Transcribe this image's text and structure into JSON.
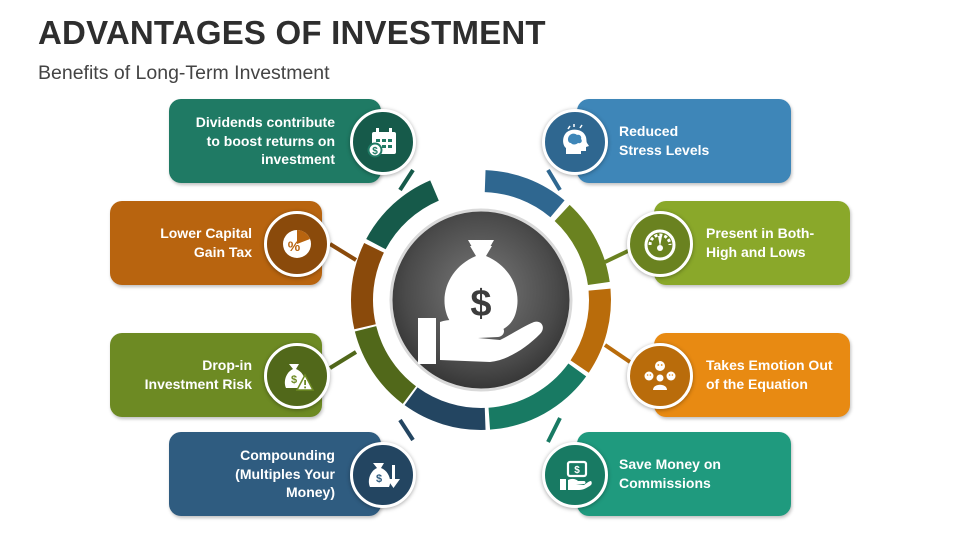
{
  "header": {
    "title": "ADVANTAGES OF INVESTMENT",
    "subtitle": "Benefits of Long-Term Investment"
  },
  "center_icon": "money-bag-in-hand-icon",
  "items": {
    "dividends": {
      "label": "Dividends contribute\nto boost returns on\ninvestment",
      "icon": "calendar-coin-icon",
      "color": "#1f7a64",
      "dark": "#165a4a"
    },
    "capital_tax": {
      "label": "Lower Capital\nGain Tax",
      "icon": "percent-pie-icon",
      "color": "#b8640f",
      "dark": "#8a4a0b"
    },
    "drop_risk": {
      "label": "Drop-in\nInvestment Risk",
      "icon": "money-bag-warning-icon",
      "color": "#6d8a23",
      "dark": "#51681a"
    },
    "compounding": {
      "label": "Compounding\n(Multiples Your\nMoney)",
      "icon": "money-bag-down-arrow-icon",
      "color": "#2f5c80",
      "dark": "#234561"
    },
    "stress": {
      "label": "Reduced\nStress Levels",
      "icon": "brain-head-icon",
      "color": "#3e86b8",
      "dark": "#2f6790"
    },
    "high_low": {
      "label": "Present in Both-\nHigh and Lows",
      "icon": "gauge-icon",
      "color": "#8aa82a",
      "dark": "#6a8220"
    },
    "emotion": {
      "label": "Takes Emotion Out\nof the Equation",
      "icon": "emotions-people-icon",
      "color": "#e88a12",
      "dark": "#b96c0b"
    },
    "commissions": {
      "label": "Save Money on\nCommissions",
      "icon": "money-in-hand-icon",
      "color": "#1f9a7e",
      "dark": "#187a63"
    }
  }
}
